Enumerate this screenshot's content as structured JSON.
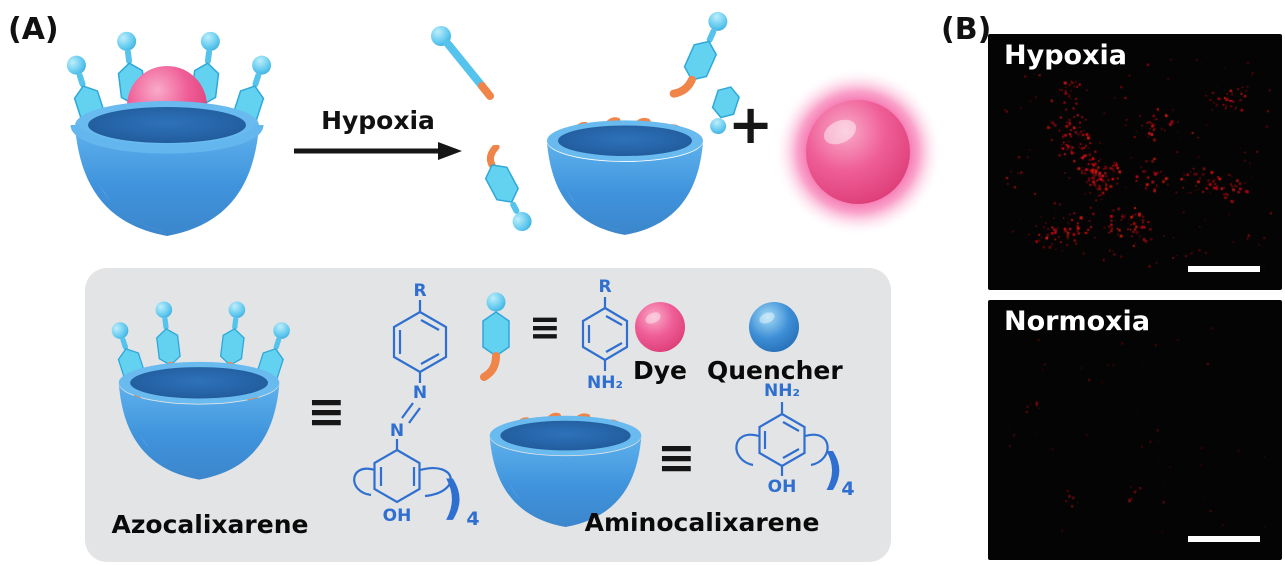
{
  "panel_a": {
    "label": "(A)",
    "arrow_label": "Hypoxia",
    "plus": "+",
    "legend": {
      "equiv": "≡",
      "azocalixarene_label": "Azocalixarene",
      "aminocalixarene_label": "Aminocalixarene",
      "dye_label": "Dye",
      "quencher_label": "Quencher",
      "azo_structure": {
        "r": "R",
        "n1": "N",
        "n2": "N",
        "oh": "OH",
        "bracket": ")",
        "subscript": "4"
      },
      "aniline_structure": {
        "r": "R",
        "amine": "NH₂"
      },
      "amino_structure": {
        "amine": "NH₂",
        "oh": "OH",
        "bracket": ")",
        "subscript": "4"
      }
    }
  },
  "panel_b": {
    "label": "(B)",
    "images": [
      {
        "label": "Hypoxia",
        "clusters": 16,
        "dots_per_cluster": 26,
        "cluster_radius": 16,
        "stray_dots": 150,
        "intensity": 1.0,
        "seed": 7
      },
      {
        "label": "Normoxia",
        "clusters": 3,
        "dots_per_cluster": 7,
        "cluster_radius": 9,
        "stray_dots": 55,
        "intensity": 0.55,
        "seed": 29
      }
    ]
  },
  "colors": {
    "dye_pink": "#ee4f95",
    "quencher_blue": "#2f7fd4",
    "cup_blue": "#4aa0e4",
    "arm_cyan": "#63d2f0",
    "linker_orange": "#f0854a",
    "structure_blue": "#2f6fd0",
    "legend_background": "#e3e4e6",
    "speckle_red": "#d01828"
  }
}
